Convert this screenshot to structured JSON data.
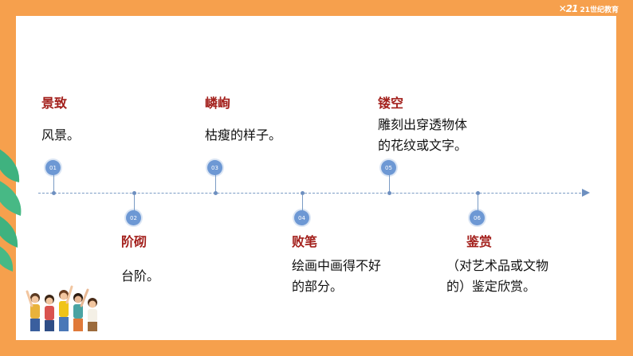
{
  "brand": {
    "logo_text": "21世纪教育"
  },
  "timeline": [
    {
      "num": "01",
      "term": "景致",
      "def": [
        "风景。"
      ]
    },
    {
      "num": "02",
      "term": "阶砌",
      "def": [
        "台阶。"
      ]
    },
    {
      "num": "03",
      "term": "嶙峋",
      "def": [
        "枯瘦的样子。"
      ]
    },
    {
      "num": "04",
      "term": "败笔",
      "def": [
        "绘画中画得不好",
        "的部分。"
      ]
    },
    {
      "num": "05",
      "term": "镂空",
      "def": [
        "雕刻出穿透物体",
        "的花纹或文字。"
      ]
    },
    {
      "num": "06",
      "term": "鉴赏",
      "def": [
        "（对艺术品或文物",
        "的）鉴定欣赏。"
      ]
    }
  ],
  "colors": {
    "frame": "#f6a04d",
    "term": "#a3201c",
    "badge": "#6d98d4",
    "axis": "#7a9bc4"
  }
}
